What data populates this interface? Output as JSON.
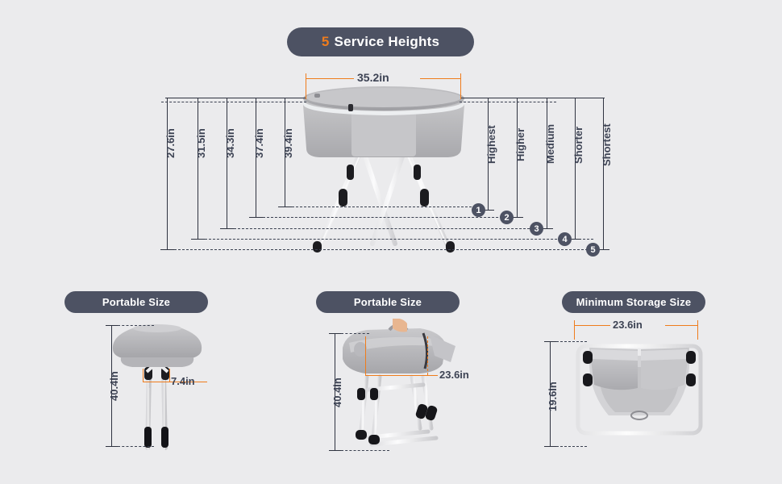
{
  "page": {
    "background_color": "#ebebed",
    "accent_orange": "#ef7c1c",
    "badge_color": "#4d5263",
    "text_color": "#3d4354"
  },
  "title": {
    "number": "5",
    "label": "Service Heights"
  },
  "hero": {
    "top_width_label": "35.2in",
    "height_labels": [
      "27.6in",
      "31.5in",
      "34.3in",
      "37.4in",
      "39.4in"
    ],
    "level_labels": [
      "Highest",
      "Higher",
      "Medium",
      "Shorter",
      "Shortest"
    ],
    "markers": [
      "1",
      "2",
      "3",
      "4",
      "5"
    ]
  },
  "panels": [
    {
      "badge": "Portable Size",
      "height_label": "40.4in",
      "width_label": "7.4in",
      "product": "bassinet-folded-front-view"
    },
    {
      "badge": "Portable Size",
      "height_label": "40.4in",
      "width_label": "23.6in",
      "product": "bassinet-folded-carry-view"
    },
    {
      "badge": "Minimum Storage Size",
      "height_label": "19.6in",
      "width_label": "23.6in",
      "product": "bassinet-collapsed-storage-view"
    }
  ]
}
